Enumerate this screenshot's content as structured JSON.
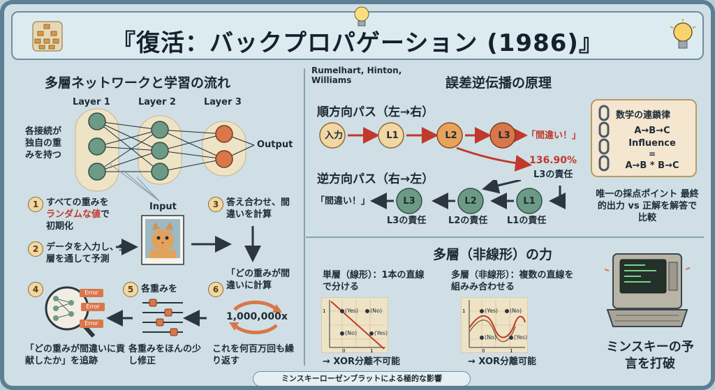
{
  "title": "『復活：バックプロパゲーション (1986)』",
  "authors": "Rumelhart, Hinton, Williams",
  "left": {
    "heading": "多層ネットワークと学習の流れ",
    "layers": [
      "Layer 1",
      "Layer 2",
      "Layer 3"
    ],
    "output": "Output",
    "weights_note": "各接続が独自の重みを持つ",
    "input_label": "Input",
    "steps": [
      {
        "num": "1",
        "text_a": "すべての重みを",
        "text_red": "ランダムな値",
        "text_b": "で",
        "text_c": "初期化"
      },
      {
        "num": "2",
        "text": "データを入力し、全層を通して予測"
      },
      {
        "num": "3",
        "text": "答え合わせ、間違いを計算"
      },
      {
        "num": "4",
        "text": "「どの重みが間違いに貢献したか」を追跡"
      },
      {
        "num": "5",
        "text": "各重みを",
        "sub": "各重みをほんの少し修正"
      },
      {
        "num": "6",
        "text": "「どの重みが間違いに計算",
        "sub": "これを何百万回も繰り返す"
      }
    ],
    "repeat_count": "1,000,000x",
    "error_tags": [
      "Error",
      "Error",
      "Error"
    ]
  },
  "right": {
    "heading": "誤差逆伝播の原理",
    "forward_label": "順方向パス（左→右）",
    "forward_nodes": [
      "入力",
      "L1",
      "L2",
      "L3"
    ],
    "wrong": "「間違い！」",
    "percent": "136.90%",
    "l3_resp": "L3の責任",
    "backward_label": "逆方向パス（右→左）",
    "backward_nodes": [
      "L3",
      "L2",
      "L1"
    ],
    "backward_resps": [
      "L3の責任",
      "L2の責任",
      "L1の責任"
    ],
    "backward_wrong": "「間違い！」",
    "chain": {
      "title": "数学の連鎖律",
      "line1": "A→B→C",
      "line2": "Influence",
      "line3": "=",
      "line4": "A→B * B→C"
    },
    "scoring": "唯一の採点ポイント 最終的出力 vs 正解を解答で比較"
  },
  "bottom": {
    "heading": "多層（非線形）の力",
    "single": "単層（線形）：1本の直線で分ける",
    "multi": "多層（非線形）：複数の直線を組みみ合わせる",
    "single_result": "→ XOR分離不可能",
    "multi_result": "→ XOR分離可能",
    "yes": "(Yes)",
    "no": "(No)",
    "minsky": "ミンスキーの予言を打破"
  },
  "footer": "ミンスキーローゼンブラットによる極的な影響"
}
